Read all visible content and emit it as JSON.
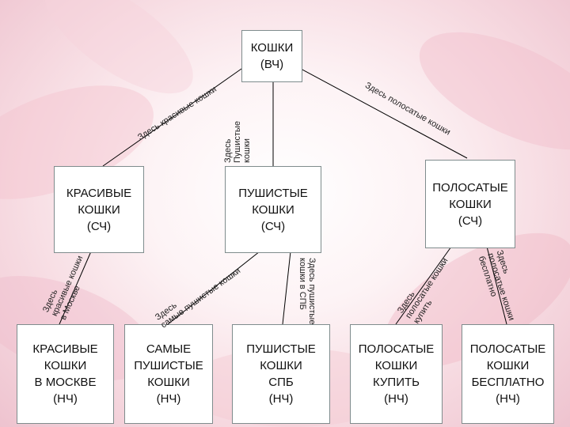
{
  "colors": {
    "line": "#000000",
    "box_border": "#7f8c8d",
    "box_fill": "#ffffff"
  },
  "nodes": {
    "root": "КОШКИ\n(ВЧ)",
    "mid_1": "КРАСИВЫЕ\nКОШКИ\n(СЧ)",
    "mid_2": "ПУШИСТЫЕ\nКОШКИ\n(СЧ)",
    "mid_3": "ПОЛОСАТЫЕ\nКОШКИ\n(СЧ)",
    "leaf_1": "КРАСИВЫЕ\nКОШКИ\nВ МОСКВЕ\n(НЧ)",
    "leaf_2": "САМЫЕ\nПУШИСТЫЕ\nКОШКИ\n(НЧ)",
    "leaf_3": "ПУШИСТЫЕ\nКОШКИ\nСПБ\n(НЧ)",
    "leaf_4": "ПОЛОСАТЫЕ\nКОШКИ\nКУПИТЬ\n(НЧ)",
    "leaf_5": "ПОЛОСАТЫЕ\nКОШКИ\nБЕСПЛАТНО\n(НЧ)"
  },
  "edge_labels": {
    "root_mid1": "Здесь красивые кошки",
    "root_mid2": "Здесь\nПушистые\nкошки",
    "root_mid3": "Здесь полосатые кошки",
    "mid1_leaf1": "Здесь\nкрасивые кошки\nв Москве",
    "mid2_leaf2": "Здесь\nсамые пушистые кошки",
    "mid2_leaf3": "Здесь пушистые\nкошки в СПБ",
    "mid3_leaf4": "Здесь\nполосатые кошки\nкупить",
    "mid3_leaf5": "Здесь\nполосатые кошки\nбесплатно"
  }
}
